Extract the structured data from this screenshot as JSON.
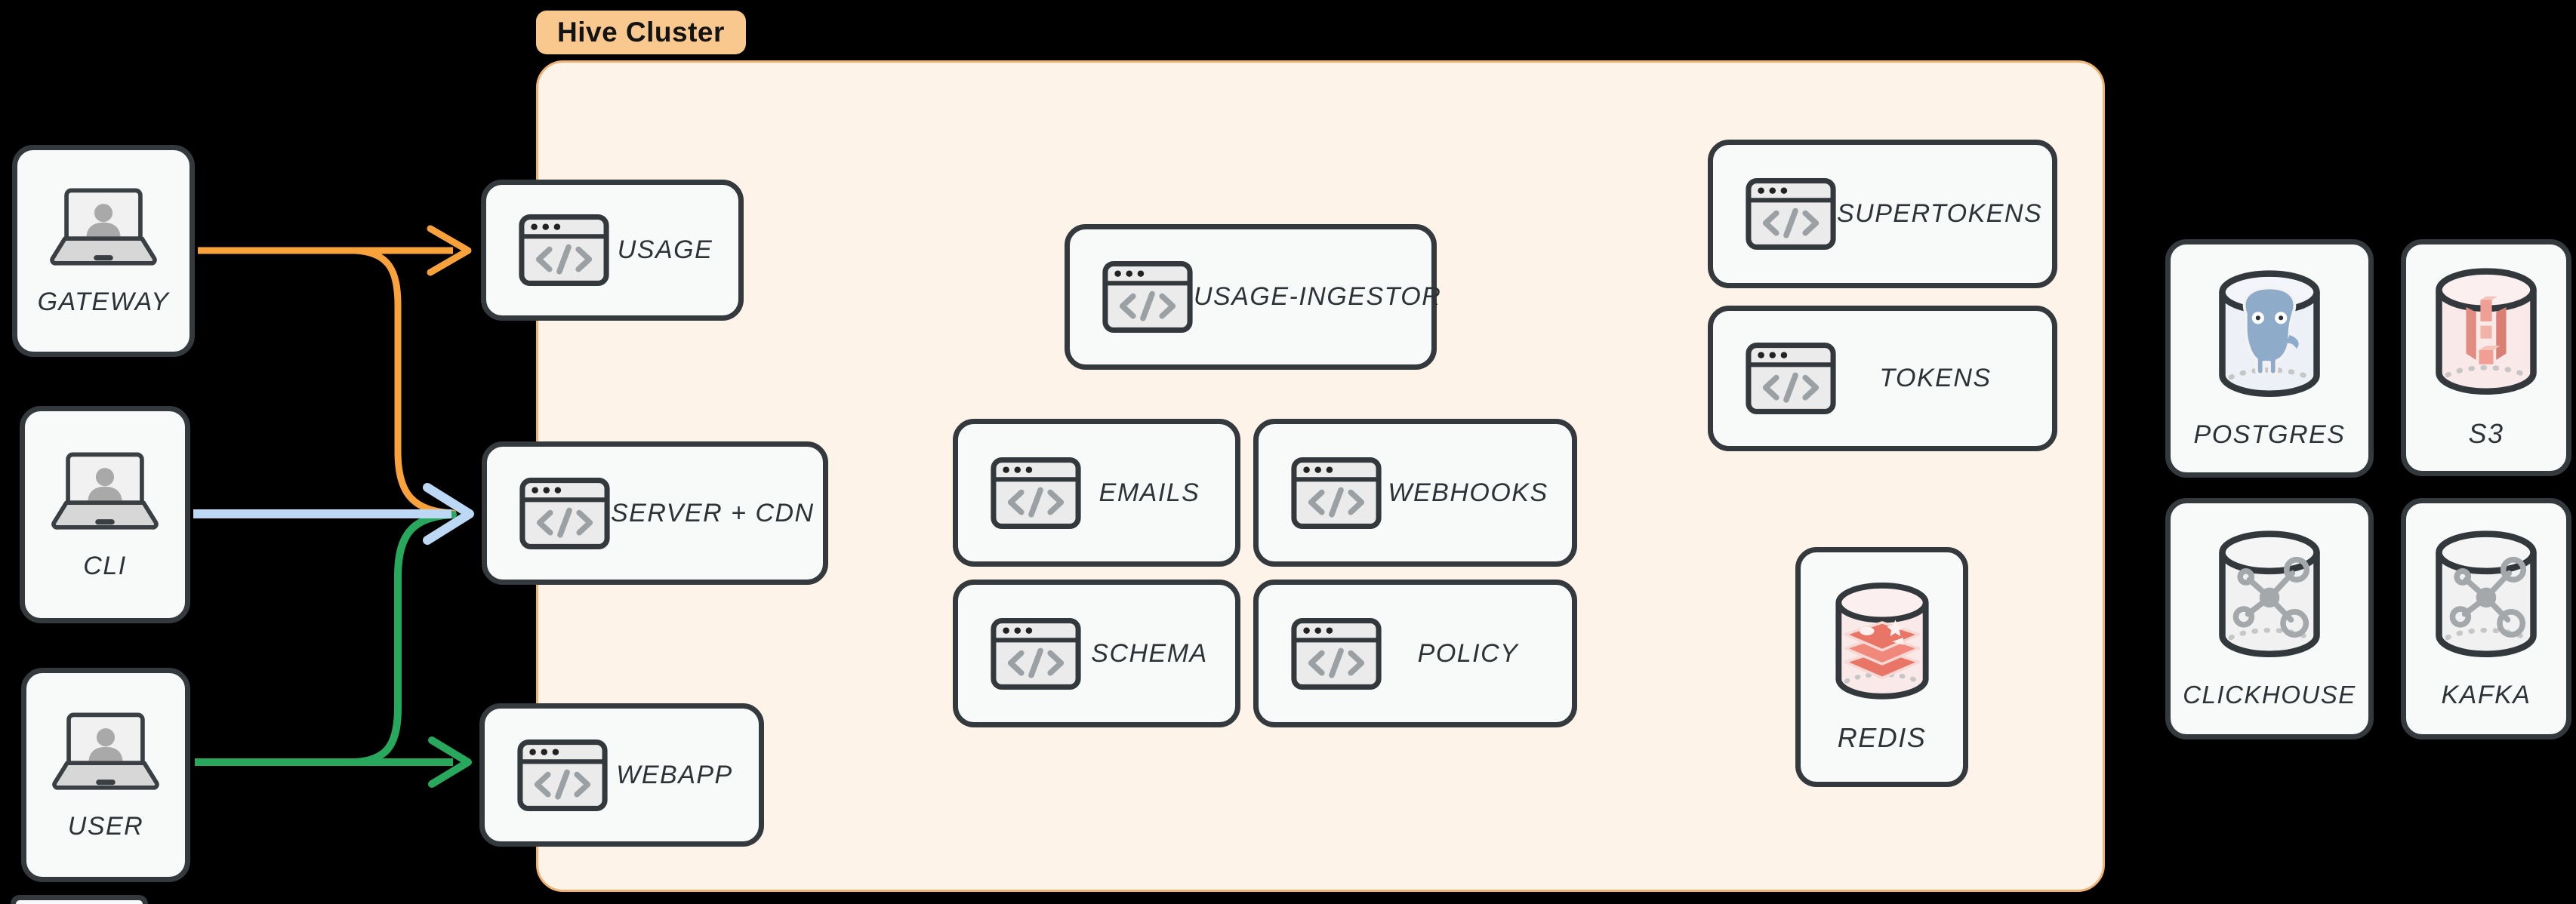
{
  "diagram": {
    "cluster_badge": "Hive Cluster"
  },
  "clients": {
    "gateway": {
      "label": "GATEWAY",
      "icon": "laptop-user-icon"
    },
    "cli": {
      "label": "CLI",
      "icon": "laptop-user-icon"
    },
    "user": {
      "label": "USER",
      "icon": "laptop-user-icon"
    }
  },
  "services": {
    "usage": {
      "label": "USAGE",
      "icon": "browser-code-icon"
    },
    "server_cdn": {
      "label": "SERVER + CDN",
      "icon": "browser-code-icon"
    },
    "webapp": {
      "label": "WEBAPP",
      "icon": "browser-code-icon"
    },
    "usage_ingestor": {
      "label": "USAGE-INGESTOR",
      "icon": "browser-code-icon"
    },
    "emails": {
      "label": "EMAILS",
      "icon": "browser-code-icon"
    },
    "webhooks": {
      "label": "WEBHOOKS",
      "icon": "browser-code-icon"
    },
    "schema": {
      "label": "SCHEMA",
      "icon": "browser-code-icon"
    },
    "policy": {
      "label": "POLICY",
      "icon": "browser-code-icon"
    },
    "supertokens": {
      "label": "SUPERTOKENS",
      "icon": "browser-code-icon"
    },
    "tokens": {
      "label": "TOKENS",
      "icon": "browser-code-icon"
    },
    "redis": {
      "label": "REDIS",
      "icon": "redis-database-icon"
    }
  },
  "datastores": {
    "postgres": {
      "label": "POSTGRES",
      "icon": "postgres-database-icon"
    },
    "s3": {
      "label": "S3",
      "icon": "s3-database-icon"
    },
    "clickhouse": {
      "label": "CLICKHOUSE",
      "icon": "clickhouse-database-icon"
    },
    "kafka": {
      "label": "KAFKA",
      "icon": "kafka-database-icon"
    }
  },
  "arrows": [
    {
      "from": "GATEWAY",
      "to": "USAGE",
      "color": "#F9A23B"
    },
    {
      "from": "GATEWAY",
      "to": "SERVER + CDN",
      "color": "#F9A23B"
    },
    {
      "from": "CLI",
      "to": "SERVER + CDN",
      "color": "#BCD8F5"
    },
    {
      "from": "USER",
      "to": "SERVER + CDN",
      "color": "#27A85C"
    },
    {
      "from": "USER",
      "to": "WEBAPP",
      "color": "#27A85C"
    }
  ],
  "colors": {
    "background": "#000000",
    "cluster_fill": "#FDF3E9",
    "cluster_border": "#F0B272",
    "badge_fill": "#F8C88F",
    "card_fill": "#F8F9F9",
    "card_border": "#34393D",
    "arrow_orange": "#F9A23B",
    "arrow_blue": "#BCD8F5",
    "arrow_green": "#27A85C",
    "postgres_logo": "#8FABCA",
    "s3_logo": "#E28B80",
    "redis_logo": "#E97566"
  }
}
